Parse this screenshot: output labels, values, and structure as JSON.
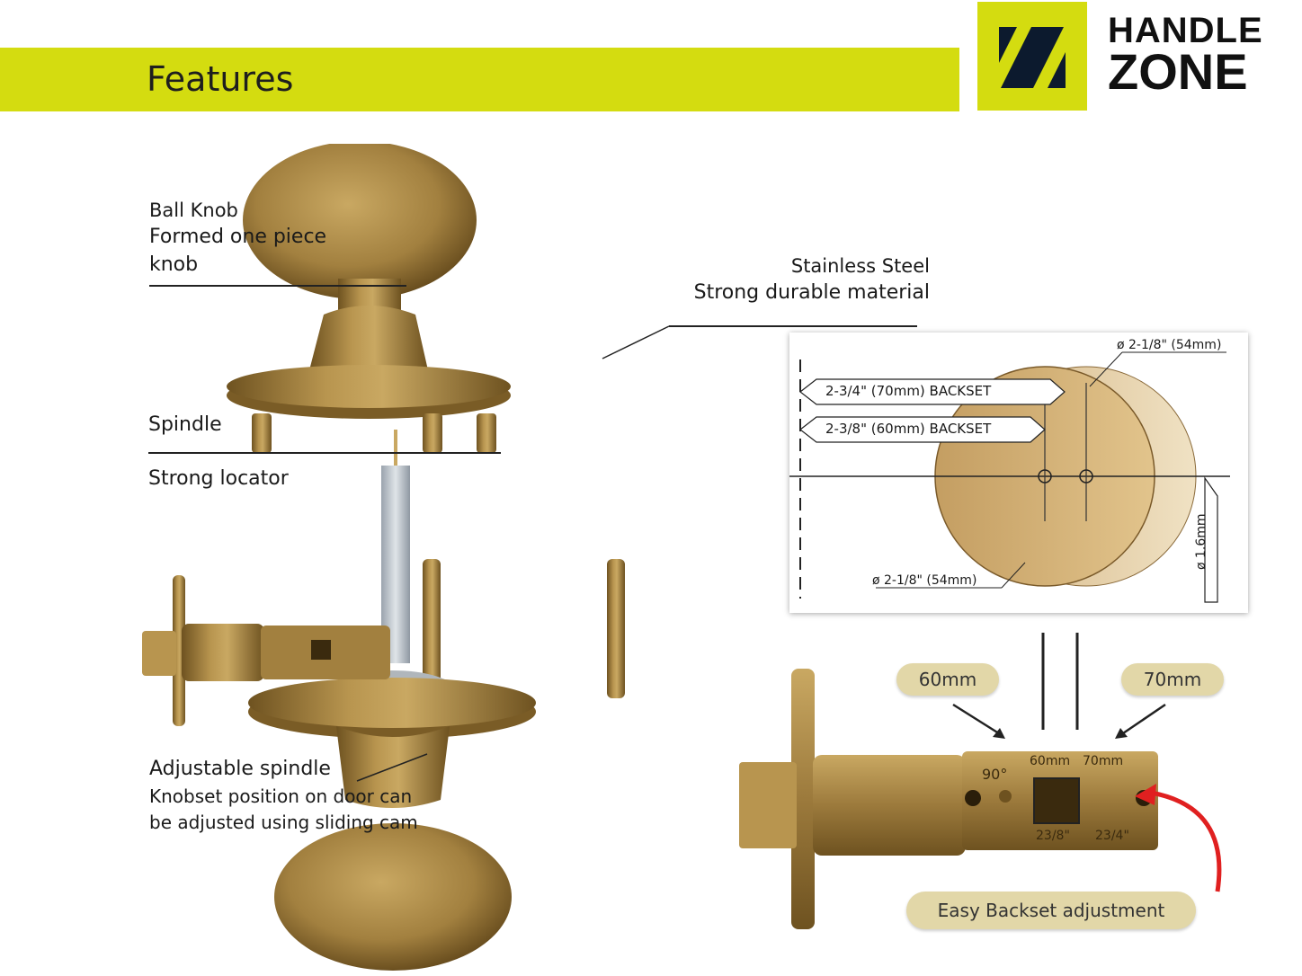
{
  "header": {
    "title": "Features"
  },
  "logo": {
    "line1": "HANDLE",
    "line2": "ZONE"
  },
  "callouts": {
    "ball_knob": {
      "title": "Ball Knob",
      "line1": "Formed one piece",
      "line2": "knob"
    },
    "stainless": {
      "title": "Stainless Steel",
      "desc": "Strong durable material"
    },
    "spindle": {
      "title": "Spindle",
      "desc": "Strong locator"
    },
    "adjustable": {
      "title": "Adjustable  spindle",
      "line1": "Knobset position on door can",
      "line2": "be adjusted using sliding cam"
    }
  },
  "diagram": {
    "diameter_top": "ø 2-1/8\" (54mm)",
    "backset_70": "2-3/4\"  (70mm)  BACKSET",
    "backset_60": "2-3/8\"  (60mm)  BACKSET",
    "diameter_bottom": "ø 2-1/8\"  (54mm)",
    "thickness": "ø 1.6mm"
  },
  "latch": {
    "marking_angle": "90°",
    "marking_60": "60mm",
    "marking_70": "70mm",
    "marking_238": "23/8\"",
    "marking_234": "23/4\""
  },
  "labels": {
    "pill_60": "60mm",
    "pill_70": "70mm",
    "pill_easy": "Easy Backset adjustment"
  },
  "colors": {
    "accent": "#d4dc10",
    "brass": "#a8864a",
    "pill": "#e2d7a8",
    "arrow_red": "#e02020"
  }
}
